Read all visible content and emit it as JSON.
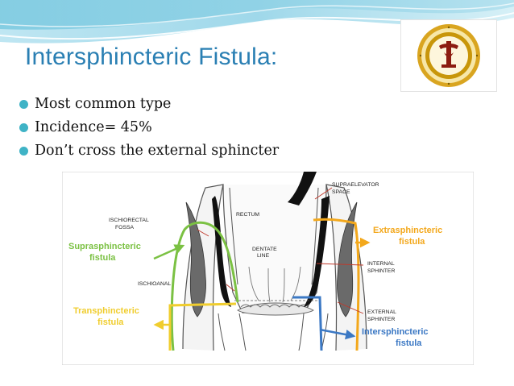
{
  "slide": {
    "title": "Intersphincteric Fistula:",
    "bullets": [
      {
        "text": "Most common type"
      },
      {
        "text": "Incidence= 45%"
      },
      {
        "text": "Don’t cross the external sphincter"
      }
    ]
  },
  "logo": {
    "icon": "medical-emblem-logo",
    "colors": {
      "ring": "#c8960a",
      "center": "#8c1c10"
    }
  },
  "diagram": {
    "labels": {
      "supraelevator": "SUPRAELEVATOR",
      "space": "SPACE",
      "ischiorectal": "ISCHIORECTAL",
      "fossa": "FOSSA",
      "rectum": "RECTUM",
      "dentate": "DENTATE",
      "line": "LINE",
      "internal": "INTERNAL",
      "internal_sphincter": "SPHINTER",
      "ischioanal": "ISCHIOANAL",
      "external": "EXTERNAL",
      "external_sphincter": "SPHINTER",
      "supra_1": "Suprasphincteric",
      "supra_2": "fistula",
      "trans_1": "Transphincteric",
      "trans_2": "fistula",
      "extra_1": "Extrasphincteric",
      "extra_2": "fistula",
      "inter_1": "Intersphincteric",
      "inter_2": "fistula"
    },
    "colors": {
      "suprasphincteric": "#7bc143",
      "transphincteric": "#f0cd2e",
      "extrasphincteric": "#f3a81c",
      "intersphincteric": "#3b78c4",
      "muscle": "#6a6a6a",
      "callout": "#c0392b"
    }
  },
  "theme": {
    "title_color": "#2a7fb3",
    "bullet_color": "#3fb3c6"
  }
}
